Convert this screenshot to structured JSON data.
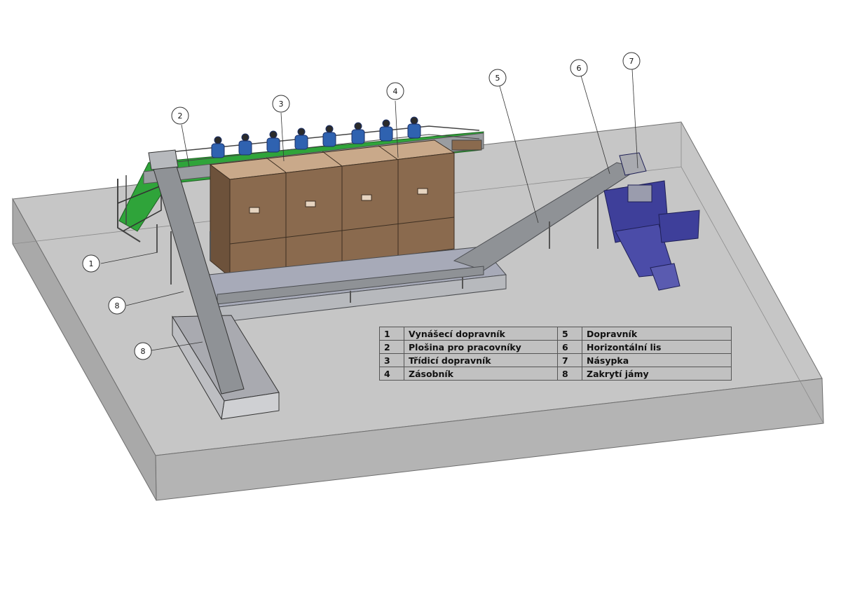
{
  "callouts": [
    {
      "id": "1",
      "text": "1"
    },
    {
      "id": "2",
      "text": "2"
    },
    {
      "id": "3",
      "text": "3"
    },
    {
      "id": "4",
      "text": "4"
    },
    {
      "id": "5",
      "text": "5"
    },
    {
      "id": "6",
      "text": "6"
    },
    {
      "id": "7",
      "text": "7"
    },
    {
      "id": "8a",
      "text": "8"
    },
    {
      "id": "8b",
      "text": "8"
    }
  ],
  "legend": {
    "rows": [
      {
        "n1": "1",
        "l1": "Vynášecí dopravník",
        "n2": "5",
        "l2": "Dopravník"
      },
      {
        "n1": "2",
        "l1": "Plošina pro pracovníky",
        "n2": "6",
        "l2": "Horizontální lis"
      },
      {
        "n1": "3",
        "l1": "Třídicí dopravník",
        "n2": "7",
        "l2": "Násypka"
      },
      {
        "n1": "4",
        "l1": "Zásobník",
        "n2": "8",
        "l2": "Zakrytí jámy"
      }
    ]
  },
  "colors": {
    "floor": "#c4c4c4",
    "steel": "#8f9296",
    "bin": "#8a6a4e",
    "press": "#3e3f9a",
    "platform": "#2fa43a",
    "worker": "#2f62b0"
  }
}
